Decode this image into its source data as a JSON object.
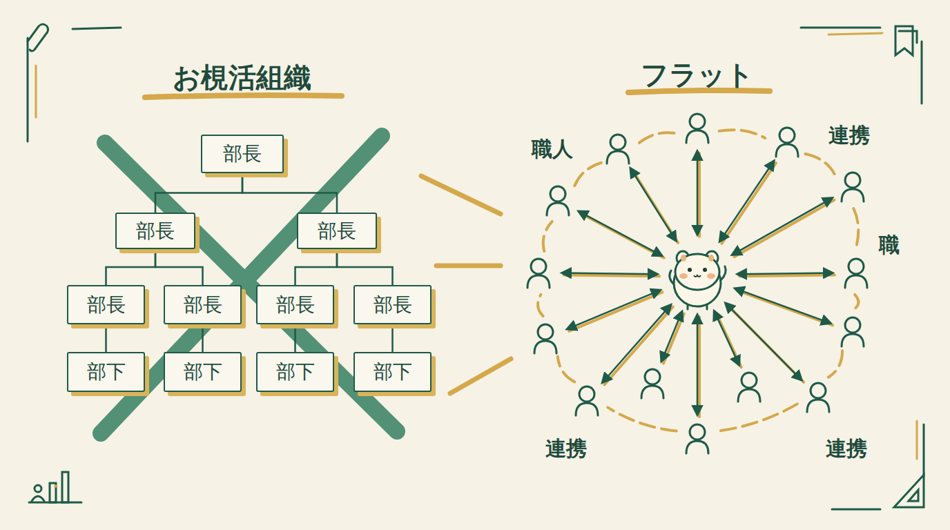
{
  "diagram": {
    "nodes": [
      {
        "text": [
          "部長"
        ]
      },
      {
        "text": [
          "部長"
        ]
      },
      {
        "text": [
          "部長"
        ]
      },
      {
        "text": [
          "部長"
        ]
      },
      {
        "text": [
          "部長"
        ]
      },
      {
        "text": [
          "部長"
        ]
      },
      {
        "text": [
          "部長"
        ]
      },
      {
        "text": [
          "部下"
        ]
      },
      {
        "text": [
          "部下"
        ]
      },
      {
        "text": [
          "部下"
        ]
      },
      {
        "text": [
          "部下"
        ]
      }
    ],
    "edges": [
      {
        "from": 0,
        "to": 1,
        "arrow": "none"
      },
      {
        "from": 0,
        "to": 2,
        "arrow": "none"
      },
      {
        "from": 1,
        "to": 3,
        "arrow": "none"
      },
      {
        "from": 1,
        "to": 4,
        "arrow": "none"
      },
      {
        "from": 2,
        "to": 5,
        "arrow": "none"
      },
      {
        "from": 2,
        "to": 6,
        "arrow": "none"
      },
      {
        "from": 3,
        "to": 7,
        "arrow": "none"
      },
      {
        "from": 4,
        "to": 8,
        "arrow": "none"
      },
      {
        "from": 5,
        "to": 9,
        "arrow": "none"
      },
      {
        "from": 6,
        "to": 10,
        "arrow": "none"
      }
    ],
    "labels": [
      "お梘活組織",
      "フラット",
      "職人",
      "連携",
      "職",
      "連携",
      "連携"
    ]
  }
}
